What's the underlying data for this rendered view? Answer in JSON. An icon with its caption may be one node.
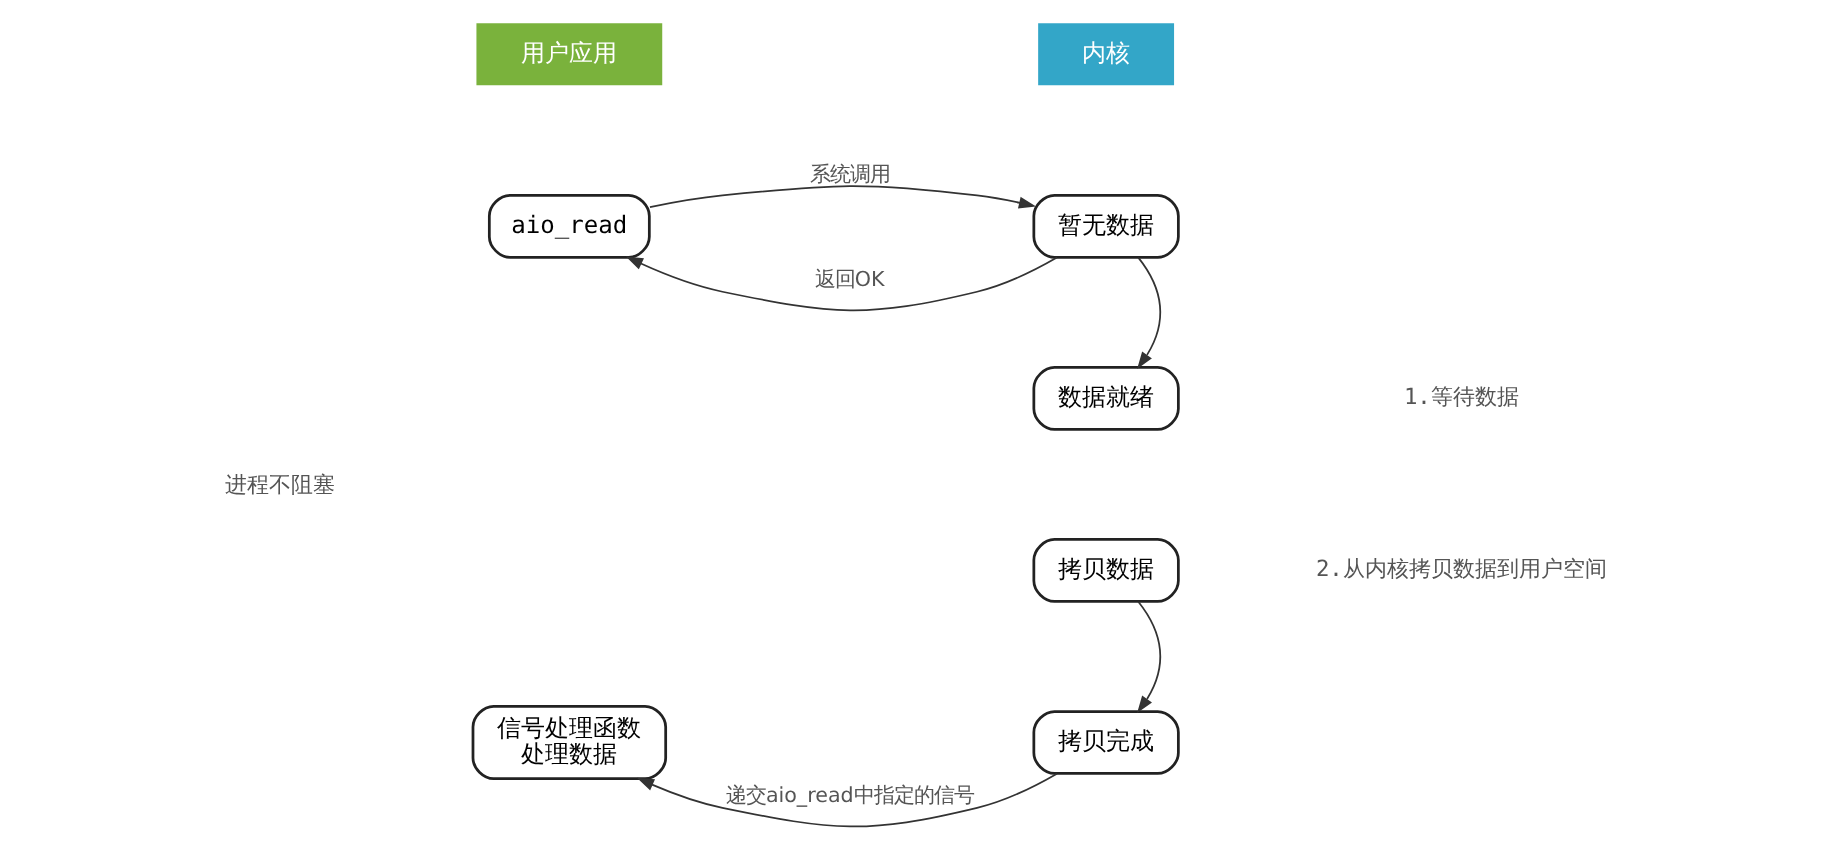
{
  "diagram": {
    "nodes": [
      {
        "text": [
          "用户应用"
        ]
      },
      {
        "text": [
          "内核"
        ]
      },
      {
        "text": [
          "aio_read"
        ]
      },
      {
        "text": [
          "暂无数据"
        ]
      },
      {
        "text": [
          "数据就绪"
        ]
      },
      {
        "text": [
          "拷贝数据"
        ]
      },
      {
        "text": [
          "拷贝完成"
        ]
      },
      {
        "text": [
          "信号处理函数处理数据"
        ]
      }
    ],
    "edges": [
      {
        "from": 2,
        "to": 3,
        "arrow": "to",
        "label": "系统调用"
      },
      {
        "from": 3,
        "to": 2,
        "arrow": "to",
        "label": "返回OK"
      },
      {
        "from": 3,
        "to": 4,
        "arrow": "to"
      },
      {
        "from": 5,
        "to": 6,
        "arrow": "to"
      },
      {
        "from": 6,
        "to": 7,
        "arrow": "to",
        "label": "递交aio_read中指定的信号"
      }
    ],
    "labels": [
      "1.等待数据",
      "进程不阻塞",
      "2.从内核拷贝数据到用户空间"
    ]
  }
}
